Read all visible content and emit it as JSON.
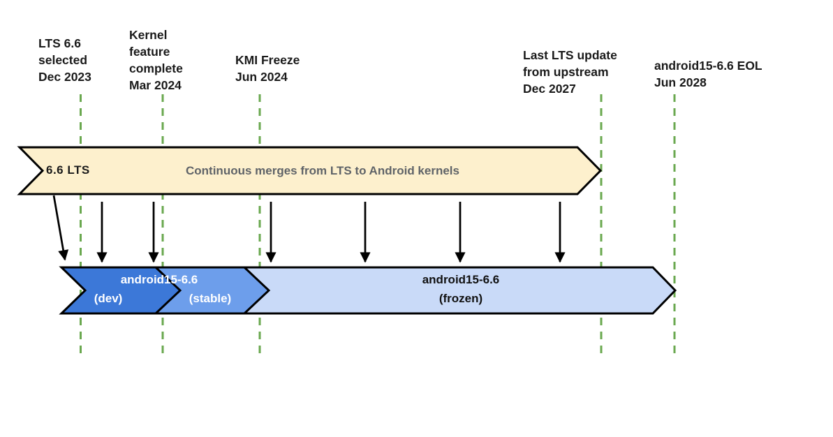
{
  "diagram": {
    "milestones": [
      {
        "label": "LTS 6.6\nselected\nDec 2023"
      },
      {
        "label": "Kernel\nfeature\ncomplete\nMar 2024"
      },
      {
        "label": "KMI Freeze\nJun 2024"
      },
      {
        "label": "Last LTS update\nfrom upstream\nDec 2027"
      },
      {
        "label": "android15-6.6 EOL\nJun 2028"
      }
    ],
    "lts_banner": {
      "version": "6.6  LTS",
      "description": "Continuous merges from LTS to Android kernels"
    },
    "android_banner": {
      "title": "android15-6.6",
      "dev_label": "(dev)",
      "stable_label": "(stable)",
      "frozen_title": "android15-6.6",
      "frozen_label": "(frozen)"
    }
  },
  "colors": {
    "milestone_line": "#6aa84f",
    "lts_banner_fill": "#fdf0cd",
    "dev_segment_fill": "#3c78d8",
    "stable_segment_fill": "#6d9eeb",
    "frozen_segment_fill": "#c9daf8",
    "outline": "#000000",
    "arrow": "#000000"
  }
}
